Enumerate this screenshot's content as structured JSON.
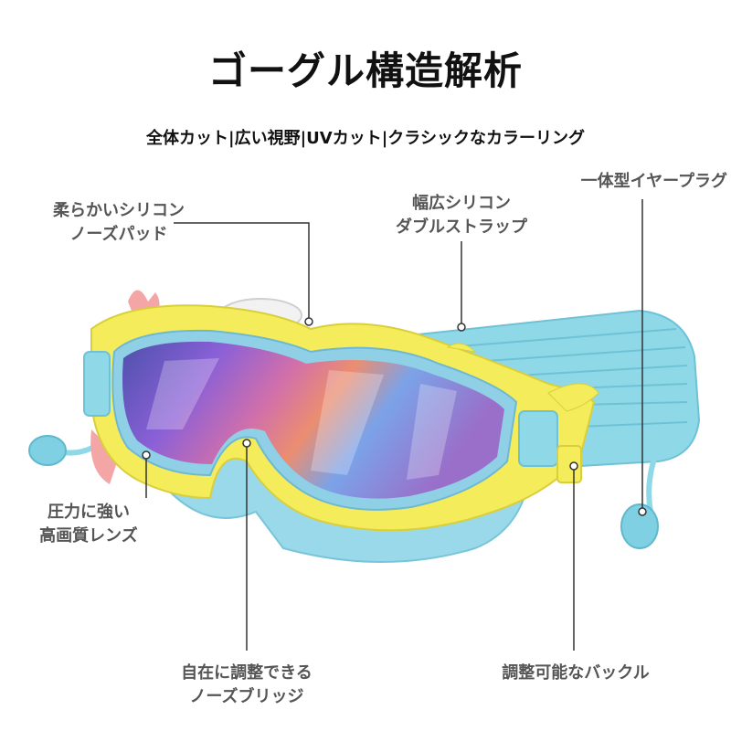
{
  "header": {
    "title": "ゴーグル構造解析",
    "subtitle": "全体カット|広い視野|UVカット|クラシックなカラーリング"
  },
  "callouts": {
    "nose_pad": {
      "line1": "柔らかいシリコン",
      "line2": "ノーズパッド"
    },
    "strap": {
      "line1": "幅広シリコン",
      "line2": "ダブルストラップ"
    },
    "earplug": {
      "line1": "一体型イヤープラグ"
    },
    "lens": {
      "line1": "圧力に強い",
      "line2": "高画質レンズ"
    },
    "nose_bridge": {
      "line1": "自在に調整できる",
      "line2": "ノーズブリッジ"
    },
    "buckle": {
      "line1": "調整可能なバックル"
    }
  },
  "colors": {
    "frame_yellow": "#f4ec5a",
    "strap_blue": "#8fd8e8",
    "skirt_blue": "#9ad9ea",
    "label_gray": "#555555"
  }
}
